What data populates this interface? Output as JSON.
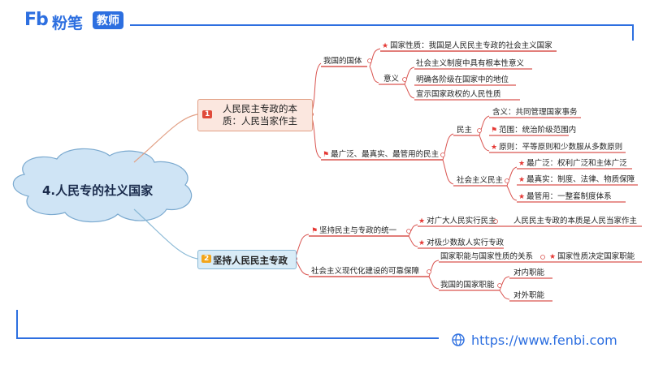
{
  "brand": {
    "logo_mark": "Fb",
    "logo_text": "粉笔",
    "badge": "教师"
  },
  "footer": {
    "url": "https://www.fenbi.com"
  },
  "colors": {
    "brand_blue": "#2d6fe0",
    "branch_red": "#d9534f",
    "accent_red": "#e53935"
  },
  "mindmap": {
    "root": "4.人民专的社义国家",
    "branch1": {
      "num": "1",
      "label_line1": "人民民主专政的本",
      "label_line2": "质：人民当家作主",
      "guoti": {
        "label": "我国的国体",
        "nature": "国家性质：我国是人民民主专政的社会主义国家",
        "yiyi": {
          "label": "意义",
          "items": [
            "社会主义制度中具有根本性意义",
            "明确各阶级在国家中的地位",
            "宣示国家政权的人民性质"
          ]
        }
      },
      "democracy": {
        "label": "最广泛、最真实、最管用的民主",
        "minzhu": {
          "label": "民主",
          "items": [
            "含义：共同管理国家事务",
            "范围：统治阶级范围内",
            "原则：平等原则和少数服从多数原则"
          ]
        },
        "socialist": {
          "label": "社会主义民主",
          "items": [
            "最广泛：权利广泛和主体广泛",
            "最真实：制度、法律、物质保障",
            "最管用：一整套制度体系"
          ]
        }
      }
    },
    "branch2": {
      "num": "2",
      "label": "坚持人民民主专政",
      "unity": {
        "label": "坚持民主与专政的统一",
        "items": [
          "对广大人民实行民主",
          "对极少数敌人实行专政"
        ],
        "essence": "人民民主专政的本质是人民当家作主"
      },
      "guarantee": {
        "label": "社会主义现代化建设的可靠保障",
        "relation": "国家职能与国家性质的关系",
        "relation_note": "国家性质决定国家职能",
        "functions": {
          "label": "我国的国家职能",
          "items": [
            "对内职能",
            "对外职能"
          ]
        }
      }
    }
  }
}
